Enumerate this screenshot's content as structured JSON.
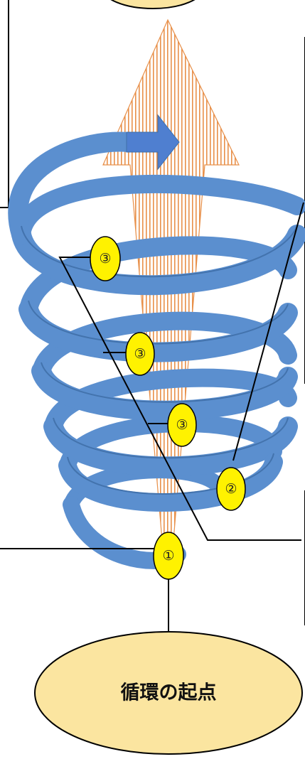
{
  "diagram": {
    "start_label": "循環の起点",
    "badges": [
      {
        "id": "badge-1",
        "text": "①"
      },
      {
        "id": "badge-2",
        "text": "②"
      },
      {
        "id": "badge-3a",
        "text": "③"
      },
      {
        "id": "badge-3b",
        "text": "③"
      },
      {
        "id": "badge-3c",
        "text": "③"
      }
    ],
    "colors": {
      "spiral": "#5b8fcf",
      "spiral_edge": "#3f6fa8",
      "arrow_stripe": "#e8904a",
      "badge_fill": "#fff200",
      "start_fill": "#fbe5a0",
      "line": "#000000"
    },
    "icons": [
      "upward-striped-arrow",
      "rightward-blue-arrow",
      "blue-spiral-ribbon"
    ]
  }
}
